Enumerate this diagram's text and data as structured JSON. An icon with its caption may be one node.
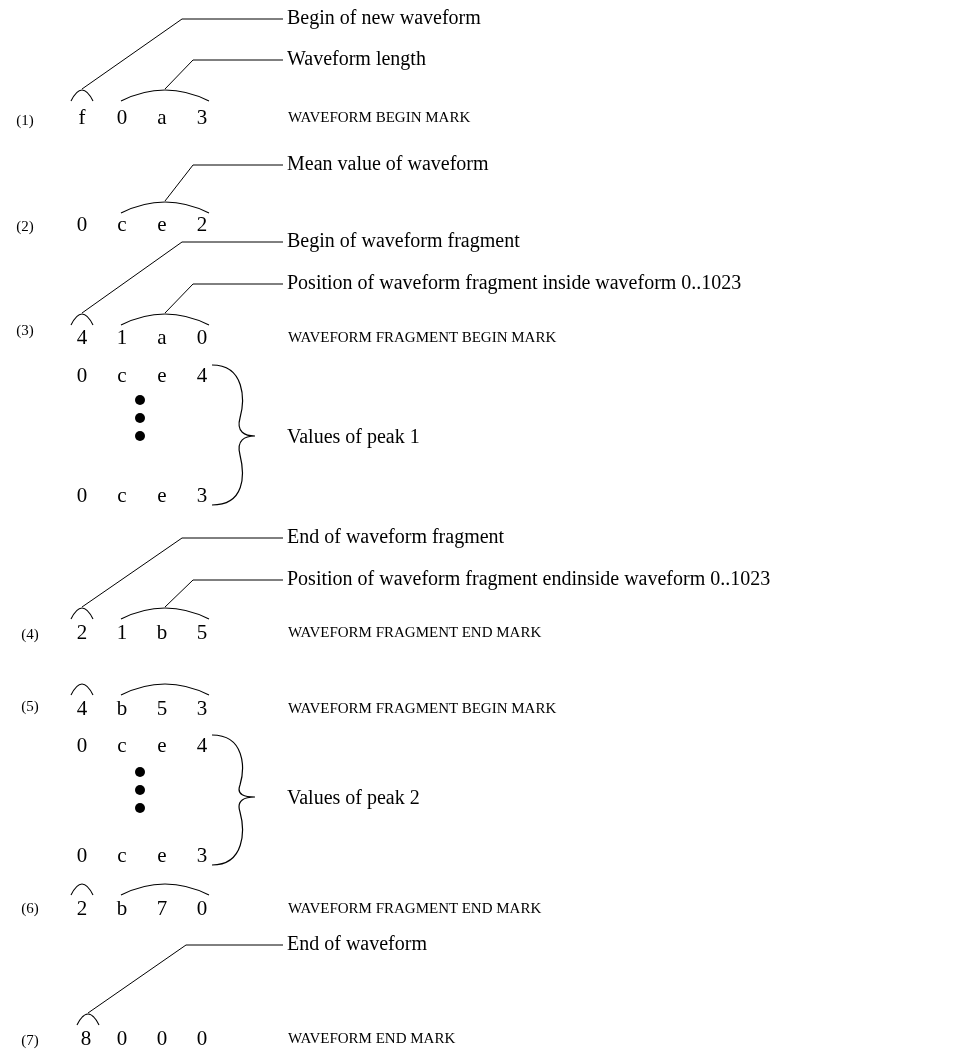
{
  "diagram": {
    "nodes": [
      {
        "text": [
          "Begin of new waveform"
        ]
      },
      {
        "text": [
          "Waveform length"
        ]
      },
      {
        "text": [],
        "shape": "arc"
      },
      {
        "text": [],
        "shape": "arc"
      },
      {
        "text": [
          "Mean value of waveform"
        ]
      },
      {
        "text": [],
        "shape": "arc"
      },
      {
        "text": [
          "Begin of waveform fragment"
        ]
      },
      {
        "text": [
          "Position of waveform fragment inside waveform 0..1023"
        ]
      },
      {
        "text": [],
        "shape": "arc"
      },
      {
        "text": [],
        "shape": "arc"
      },
      {
        "text": [
          "End of waveform fragment"
        ]
      },
      {
        "text": [
          "Position of waveform fragment endinside waveform 0..1023"
        ]
      },
      {
        "text": [],
        "shape": "arc"
      },
      {
        "text": [],
        "shape": "arc"
      },
      {
        "text": [],
        "shape": "arc"
      },
      {
        "text": [],
        "shape": "arc"
      },
      {
        "text": [],
        "shape": "arc"
      },
      {
        "text": [],
        "shape": "arc"
      },
      {
        "text": [
          "End of waveform"
        ]
      },
      {
        "text": [],
        "shape": "arc"
      }
    ],
    "edges": [
      {
        "from": 0,
        "to": 2,
        "arrow": "none"
      },
      {
        "from": 1,
        "to": 3,
        "arrow": "none"
      },
      {
        "from": 4,
        "to": 5,
        "arrow": "none"
      },
      {
        "from": 6,
        "to": 8,
        "arrow": "none"
      },
      {
        "from": 7,
        "to": 9,
        "arrow": "none"
      },
      {
        "from": 10,
        "to": 12,
        "arrow": "none"
      },
      {
        "from": 11,
        "to": 13,
        "arrow": "none"
      },
      {
        "from": 18,
        "to": 19,
        "arrow": "none"
      }
    ],
    "labels": [
      "(1)",
      "f",
      "0",
      "a",
      "3",
      "WAVEFORM BEGIN MARK",
      "(2)",
      "0",
      "c",
      "e",
      "2",
      "(3)",
      "4",
      "1",
      "a",
      "0",
      "WAVEFORM FRAGMENT BEGIN MARK",
      "0",
      "c",
      "e",
      "4",
      "Values of peak 1",
      "0",
      "c",
      "e",
      "3",
      "(4)",
      "2",
      "1",
      "b",
      "5",
      "WAVEFORM FRAGMENT END MARK",
      "(5)",
      "4",
      "b",
      "5",
      "3",
      "WAVEFORM FRAGMENT BEGIN MARK",
      "0",
      "c",
      "e",
      "4",
      "Values of peak 2",
      "0",
      "c",
      "e",
      "3",
      "(6)",
      "2",
      "b",
      "7",
      "0",
      "WAVEFORM FRAGMENT END MARK",
      "(7)",
      "8",
      "0",
      "0",
      "0",
      "WAVEFORM END MARK"
    ]
  }
}
